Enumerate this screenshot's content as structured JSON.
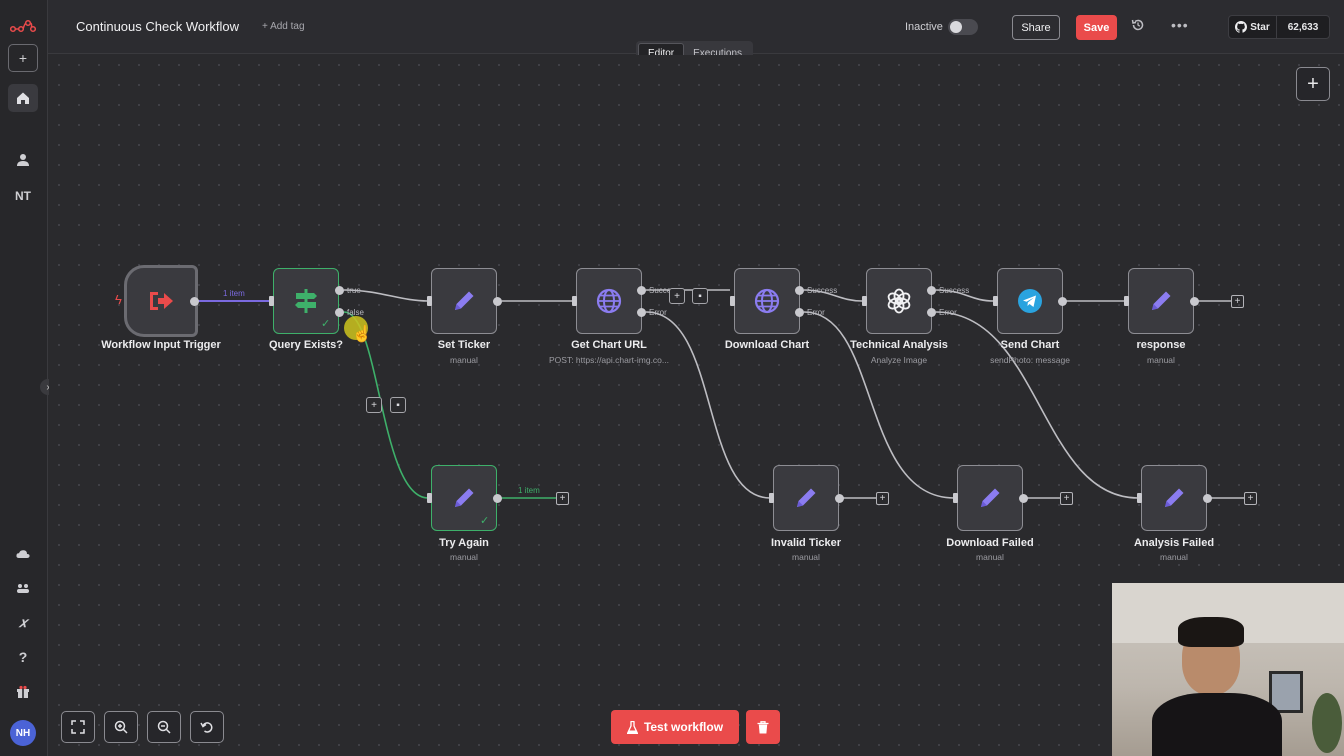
{
  "app": {
    "title": "Continuous Check Workflow",
    "add_tag": "+ Add tag",
    "status_label": "Inactive",
    "active": false,
    "share_label": "Share",
    "save_label": "Save",
    "github_star_label": "Star",
    "github_star_count": "62,633",
    "accent_color": "#ea4b4b"
  },
  "tabs": [
    {
      "label": "Editor",
      "active": true
    },
    {
      "label": "Executions",
      "active": false
    }
  ],
  "sidebar": {
    "items": [
      {
        "name": "n8n-logo-icon"
      },
      {
        "name": "add-icon"
      },
      {
        "name": "home-icon"
      },
      {
        "name": "user-icon"
      },
      {
        "label": "NT"
      },
      {
        "name": "cloud-icon"
      },
      {
        "name": "team-icon"
      },
      {
        "name": "variables-icon"
      },
      {
        "name": "help-icon"
      },
      {
        "name": "gift-icon"
      }
    ],
    "avatar_initials": "NH"
  },
  "nodes": [
    {
      "id": "trigger",
      "title": "Workflow Input Trigger",
      "subtitle": "",
      "icon": "sign-in-icon"
    },
    {
      "id": "query",
      "title": "Query Exists?",
      "subtitle": "",
      "icon": "if-branch-icon"
    },
    {
      "id": "set_ticker",
      "title": "Set Ticker",
      "subtitle": "manual",
      "icon": "pencil-icon"
    },
    {
      "id": "get_chart_url",
      "title": "Get Chart URL",
      "subtitle": "POST: https://api.chart-img.co...",
      "icon": "globe-icon"
    },
    {
      "id": "download_chart",
      "title": "Download Chart",
      "subtitle": "",
      "icon": "globe-icon"
    },
    {
      "id": "technical_analysis",
      "title": "Technical Analysis",
      "subtitle": "Analyze Image",
      "icon": "openai-icon"
    },
    {
      "id": "send_chart",
      "title": "Send Chart",
      "subtitle": "sendPhoto: message",
      "icon": "telegram-icon"
    },
    {
      "id": "response",
      "title": "response",
      "subtitle": "manual",
      "icon": "pencil-icon"
    },
    {
      "id": "try_again",
      "title": "Try Again",
      "subtitle": "manual",
      "icon": "pencil-icon"
    },
    {
      "id": "invalid_ticker",
      "title": "Invalid Ticker",
      "subtitle": "manual",
      "icon": "pencil-icon"
    },
    {
      "id": "download_failed",
      "title": "Download Failed",
      "subtitle": "manual",
      "icon": "pencil-icon"
    },
    {
      "id": "analysis_failed",
      "title": "Analysis Failed",
      "subtitle": "manual",
      "icon": "pencil-icon"
    }
  ],
  "edge_labels": {
    "trigger_items": "1 item",
    "true": "true",
    "false": "false",
    "success": "Success",
    "error": "Error",
    "try_again_items": "1 item"
  },
  "footer": {
    "test_workflow_label": "Test workflow"
  }
}
